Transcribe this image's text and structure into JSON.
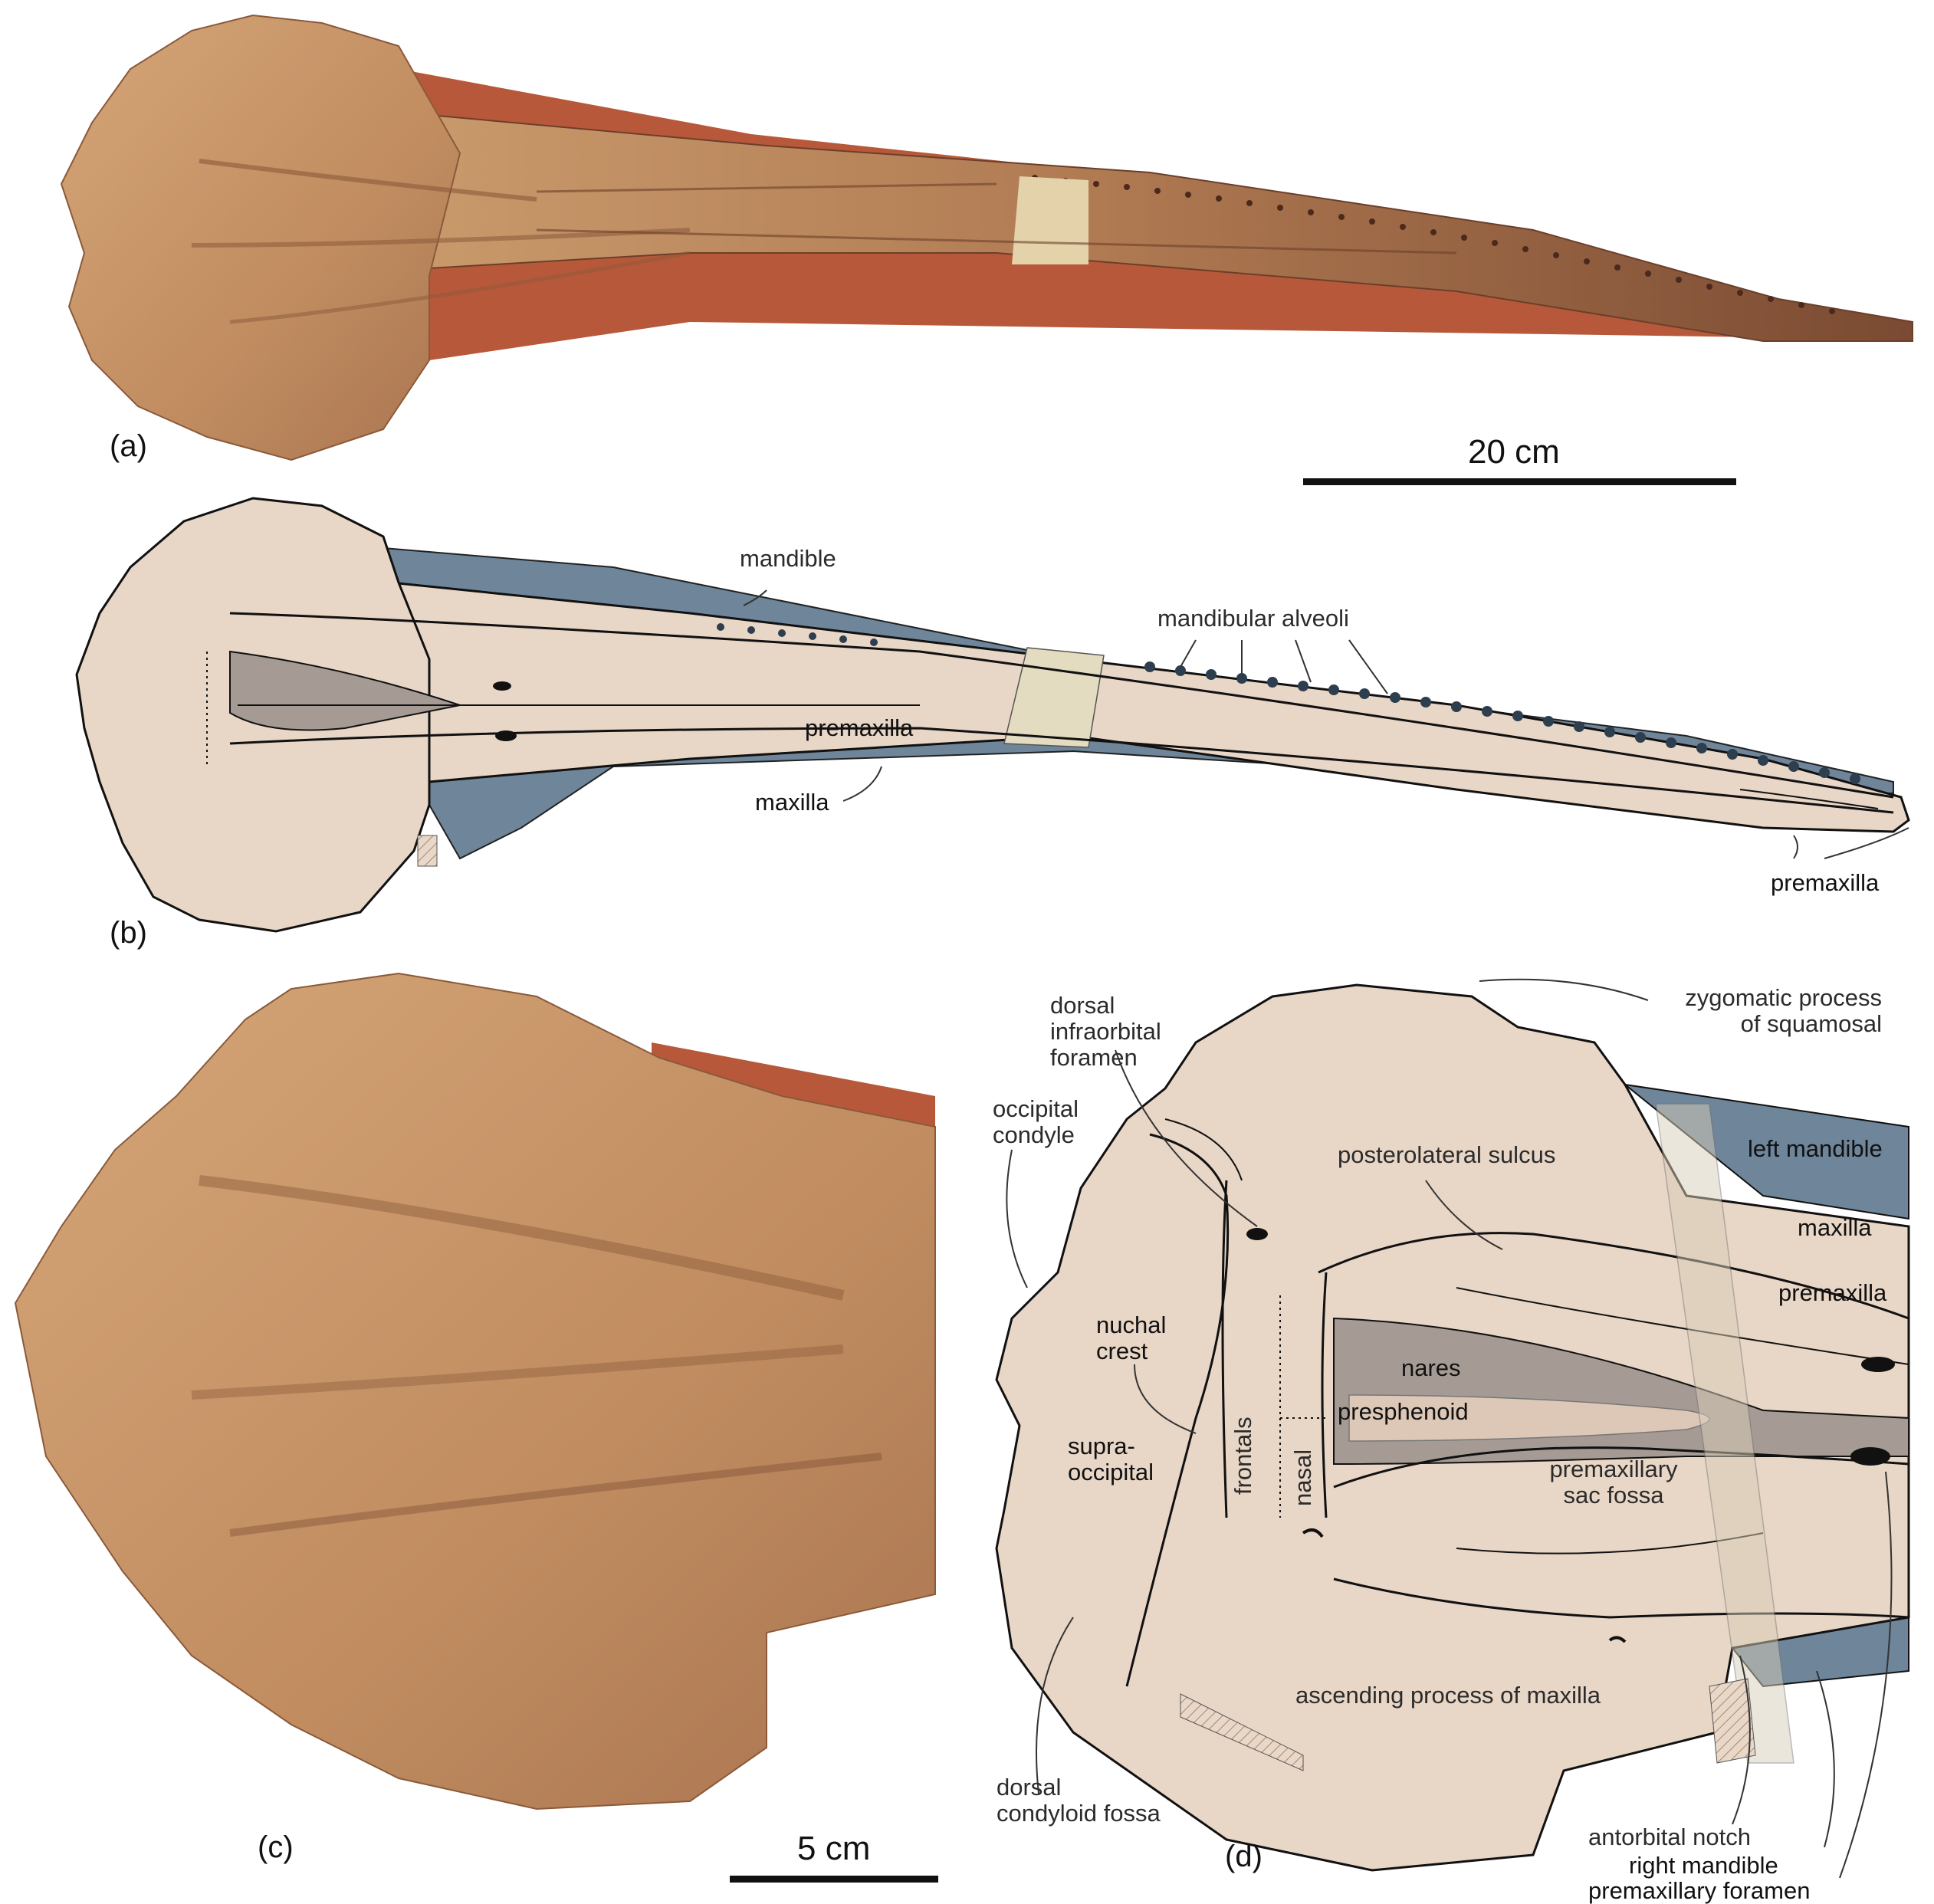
{
  "panels": {
    "a": "(a)",
    "b": "(b)",
    "c": "(c)",
    "d": "(d)"
  },
  "scale_bars": {
    "large": "20 cm",
    "small": "5 cm"
  },
  "labels_b": {
    "mandible": "mandible",
    "mandibular_alveoli": "mandibular alveoli",
    "premaxilla": "premaxilla",
    "maxilla": "maxilla",
    "premaxilla_tip": "premaxilla"
  },
  "labels_d": {
    "dorsal_infraorbital_foramen": "dorsal\ninfraorbital\nforamen",
    "zygomatic_process": "zygomatic process\nof squamosal",
    "occipital_condyle": "occipital\ncondyle",
    "posterolateral_sulcus": "posterolateral sulcus",
    "left_mandible": "left mandible",
    "maxilla": "maxilla",
    "premaxilla": "premaxilla",
    "nuchal_crest": "nuchal\ncrest",
    "nares": "nares",
    "presphenoid": "presphenoid",
    "supraoccipital": "supra-\noccipital",
    "frontals": "frontals",
    "nasal": "nasal",
    "premaxillary_sac_fossa": "premaxillary\nsac fossa",
    "ascending_process": "ascending process of maxilla",
    "dorsal_condyloid_fossa": "dorsal\ncondyloid fossa",
    "antorbital_notch": "antorbital notch",
    "right_mandible": "right mandible",
    "premaxillary_foramen": "premaxillary foramen"
  },
  "colors": {
    "bone_photo": "#c99a6d",
    "bone_photo_dark": "#8a5a3a",
    "support_red": "#b8583a",
    "bone_drawn": "#e8d6c6",
    "mandible_blue": "#6e859a",
    "nares_grey": "#a59b94",
    "outline": "#111111"
  }
}
